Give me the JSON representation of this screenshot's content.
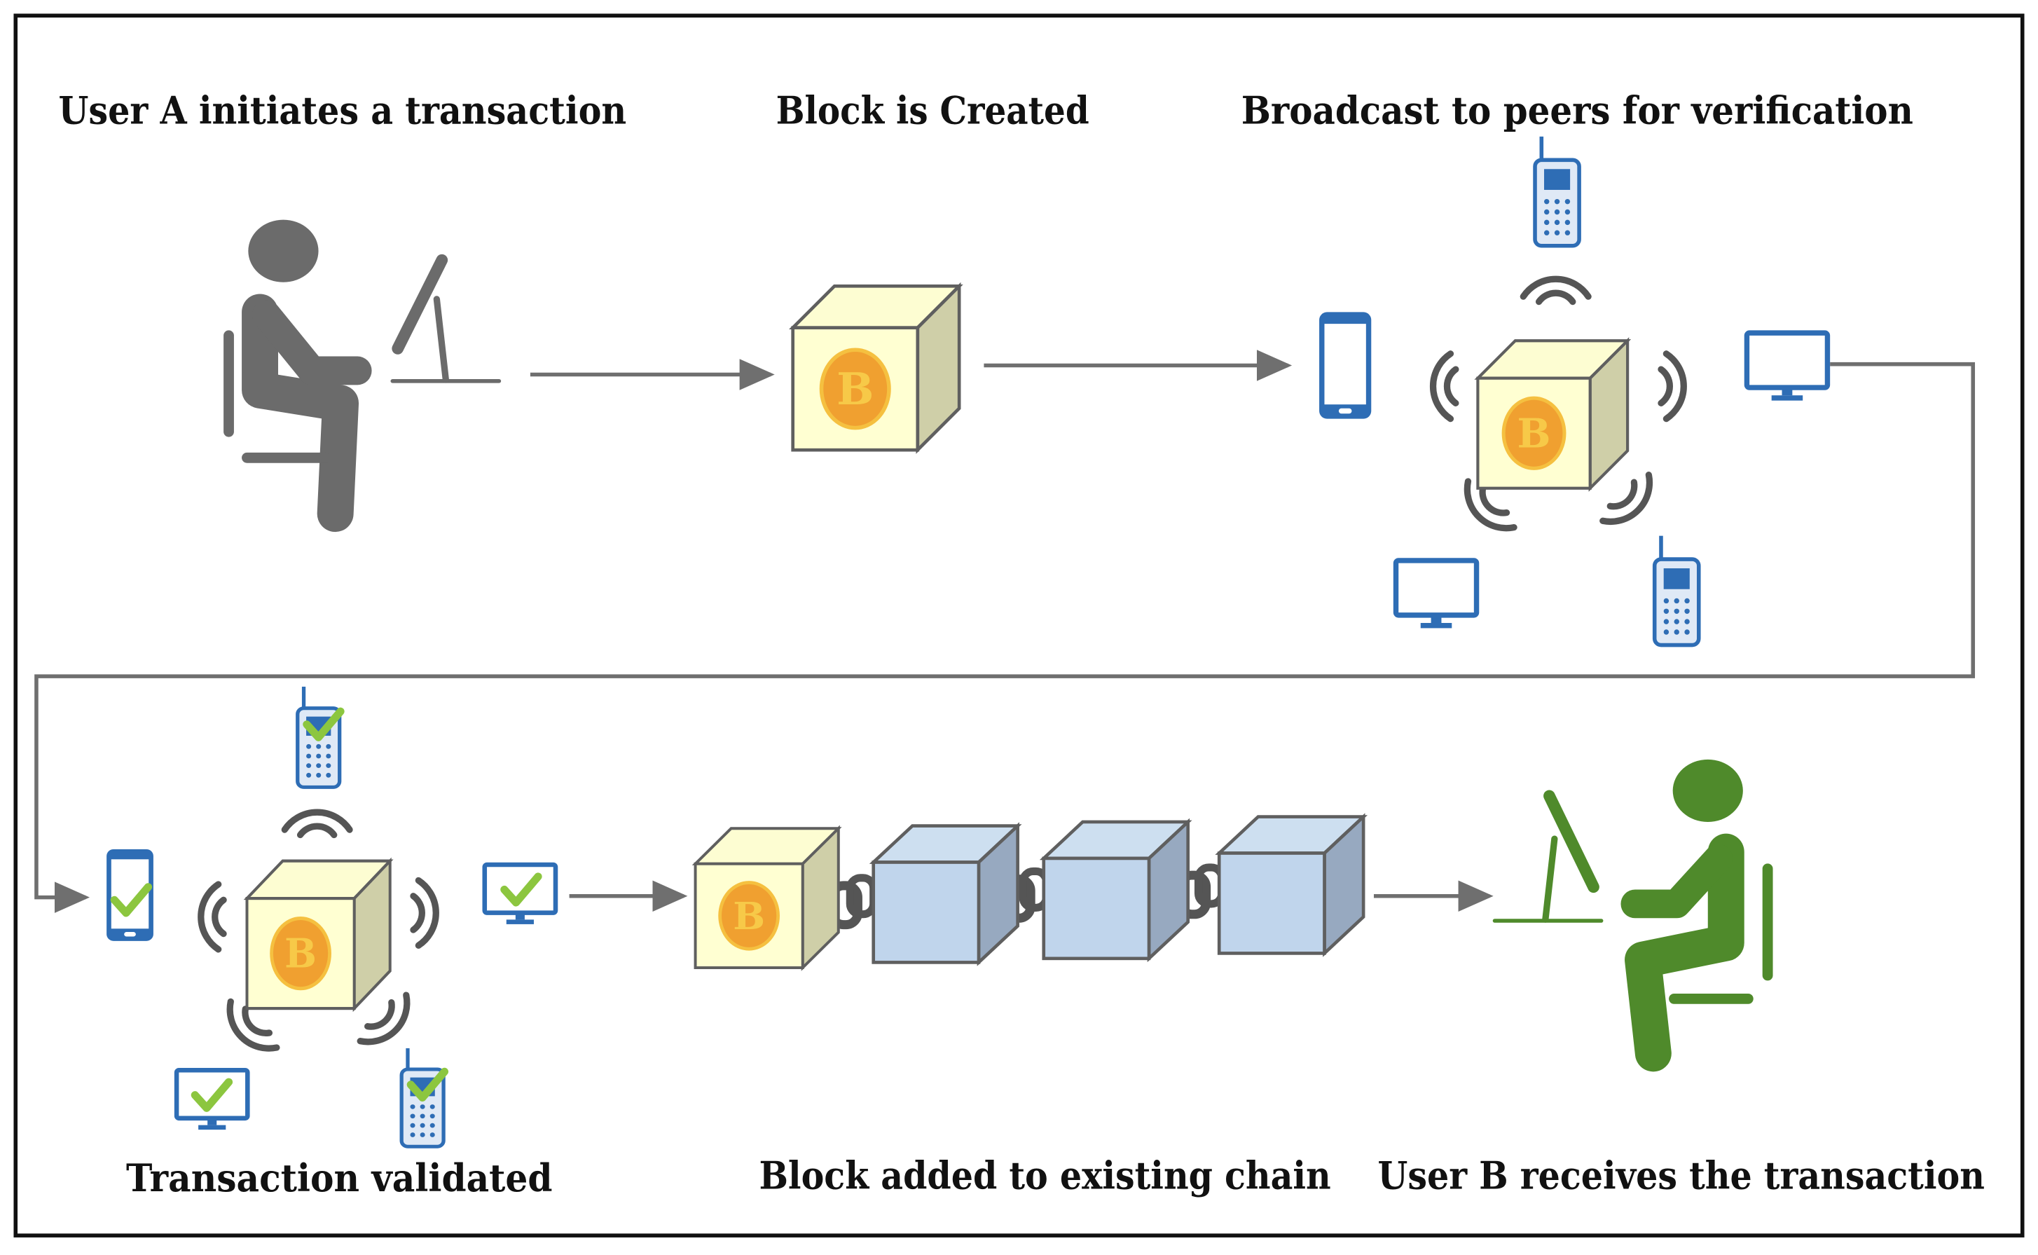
{
  "labels": {
    "step1": "User A initiates a transaction",
    "step2": "Block is Created",
    "step3": "Broadcast to peers for verification",
    "step4": "Transaction validated",
    "step5": "Block added to existing chain",
    "step6": "User B receives the transaction"
  },
  "coin_glyph": "B",
  "colors": {
    "user_a": "#6b6b6b",
    "user_b": "#4f8a2b",
    "device_blue": "#2e6db5",
    "check_green": "#8cc63f",
    "block_yellow": "#ffffd0",
    "block_blue": "#c0d5ec",
    "coin_orange": "#f0a030",
    "arrow_gray": "#6f6f6f"
  },
  "icons": [
    "person-at-computer-icon",
    "bitcoin-block-icon",
    "smartphone-icon",
    "feature-phone-icon",
    "monitor-icon",
    "signal-wave-icon",
    "checkmark-icon",
    "chain-link-icon",
    "blue-block-icon"
  ]
}
